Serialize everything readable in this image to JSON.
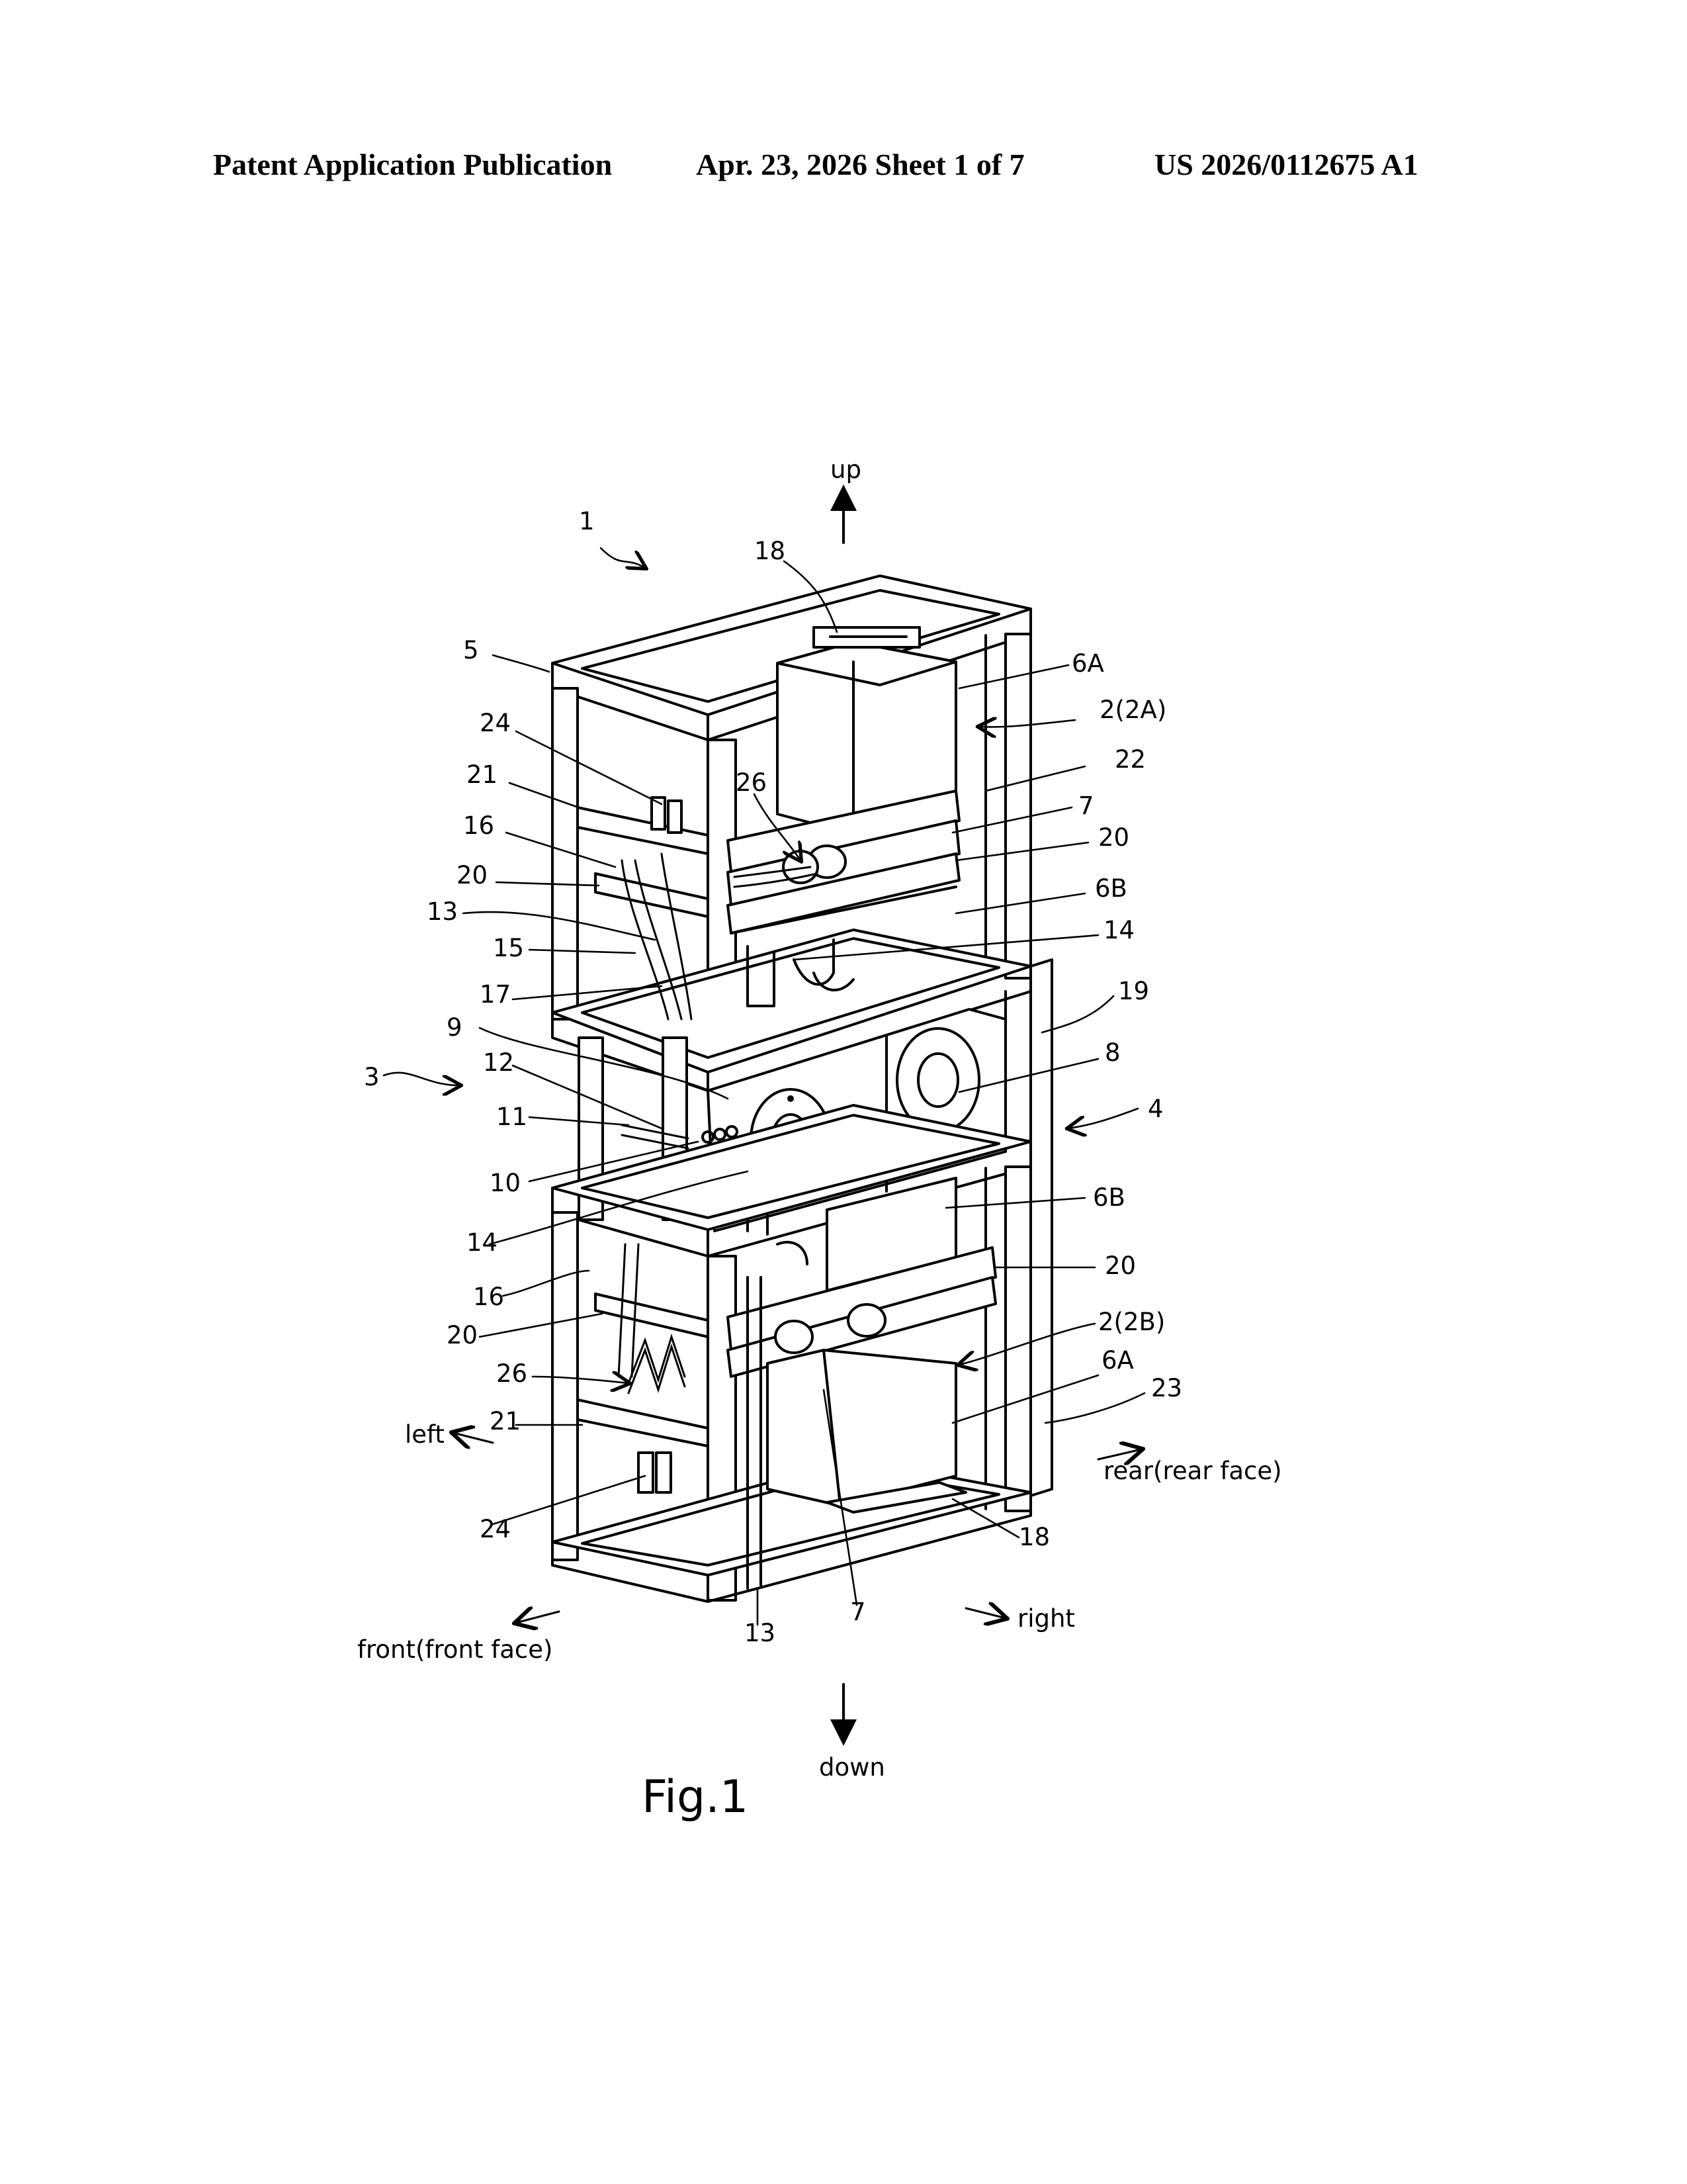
{
  "header": {
    "publication": "Patent Application Publication",
    "date_sheet": "Apr. 23, 2026  Sheet 1 of 7",
    "pub_number": "US 2026/0112675 A1"
  },
  "figure": {
    "caption": "Fig.1",
    "directions": {
      "up": "up",
      "down": "down",
      "left": "left",
      "right": "right",
      "front": "front(front face)",
      "rear": "rear(rear face)"
    },
    "labels": {
      "n1": "1",
      "n18a": "18",
      "n6Aa": "6A",
      "n5": "5",
      "n2A": "2(2A)",
      "n24a": "24",
      "n26a": "26",
      "n22": "22",
      "n21a": "21",
      "n7a": "7",
      "n16a": "16",
      "n20a": "20",
      "n20b": "20",
      "n6Ba": "6B",
      "n13a": "13",
      "n14a": "14",
      "n15": "15",
      "n17": "17",
      "n19": "19",
      "n9": "9",
      "n8": "8",
      "n3": "3",
      "n12": "12",
      "n4": "4",
      "n11": "11",
      "n10": "10",
      "n14b": "14",
      "n6Bb": "6B",
      "n16b": "16",
      "n20c": "20",
      "n20d": "20",
      "n2B": "2(2B)",
      "n26b": "26",
      "n6Ab": "6A",
      "n23": "23",
      "n21b": "21",
      "n24b": "24",
      "n18b": "18",
      "n13b": "13",
      "n7b": "7"
    }
  }
}
